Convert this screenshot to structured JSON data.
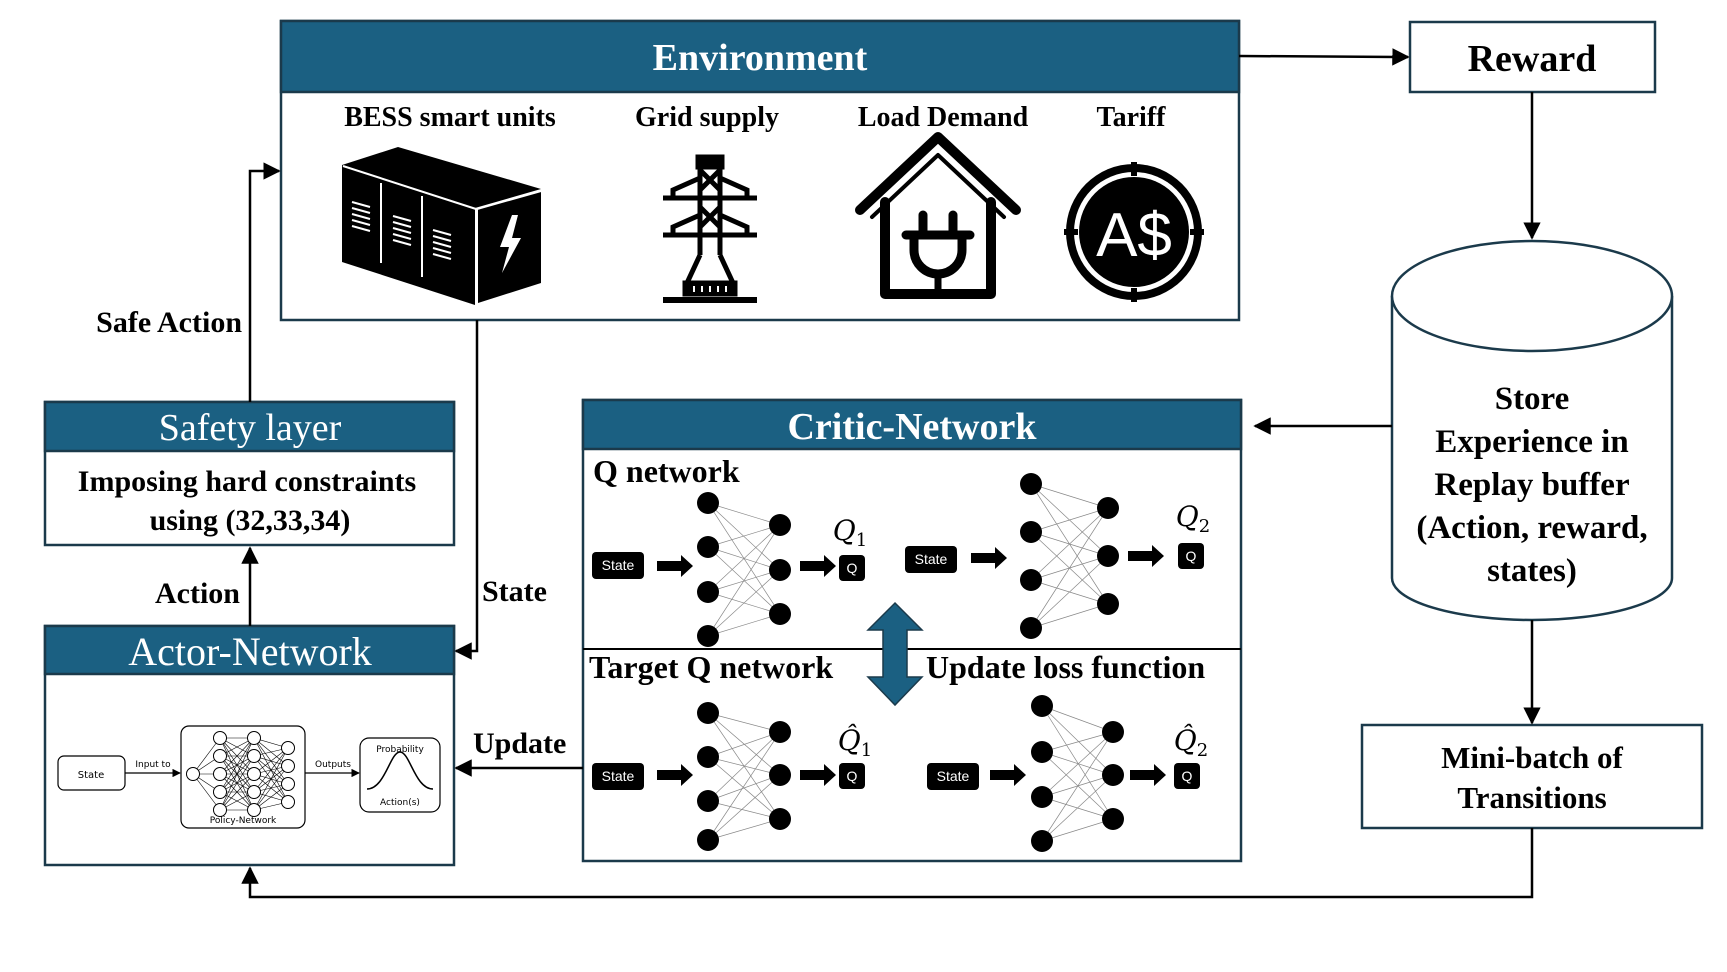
{
  "colors": {
    "header": "#1b6082",
    "border": "#1b3a4b",
    "arrow": "#000000",
    "double_arrow": "#1b6082"
  },
  "environment": {
    "title": "Environment",
    "items": [
      {
        "label": "BESS smart units",
        "icon": "battery-container-icon"
      },
      {
        "label": "Grid supply",
        "icon": "transmission-tower-icon"
      },
      {
        "label": "Load Demand",
        "icon": "house-plug-icon"
      },
      {
        "label": "Tariff",
        "icon": "aud-coin-icon",
        "glyph": "A$"
      }
    ]
  },
  "reward": {
    "label": "Reward"
  },
  "replay_buffer": {
    "lines": [
      "Store",
      "Experience in",
      "Replay buffer",
      "(Action, reward,",
      "states)"
    ]
  },
  "minibatch": {
    "lines": [
      "Mini-batch of",
      "Transitions"
    ]
  },
  "safety_layer": {
    "title": "Safety layer",
    "lines": [
      "Imposing hard constraints",
      "using  (32,33,34)"
    ]
  },
  "actor": {
    "title": "Actor-Network",
    "state": "State",
    "input_to": "Input to",
    "policy": "Policy-Network",
    "outputs": "Outputs",
    "probability": "Probability",
    "actions": "Action(s)"
  },
  "critic": {
    "title": "Critic-Network",
    "q_network": "Q network",
    "target_q_network": "Target Q network",
    "update_loss": "Update loss function",
    "state": "State",
    "q": "Q",
    "q1": "Q",
    "q1_sub": "1",
    "q2": "Q",
    "q2_sub": "2",
    "qhat1": "Q̂",
    "qhat2": "Q̂"
  },
  "edges": {
    "safe_action": "Safe Action",
    "action": "Action",
    "state": "State",
    "update": "Update"
  }
}
